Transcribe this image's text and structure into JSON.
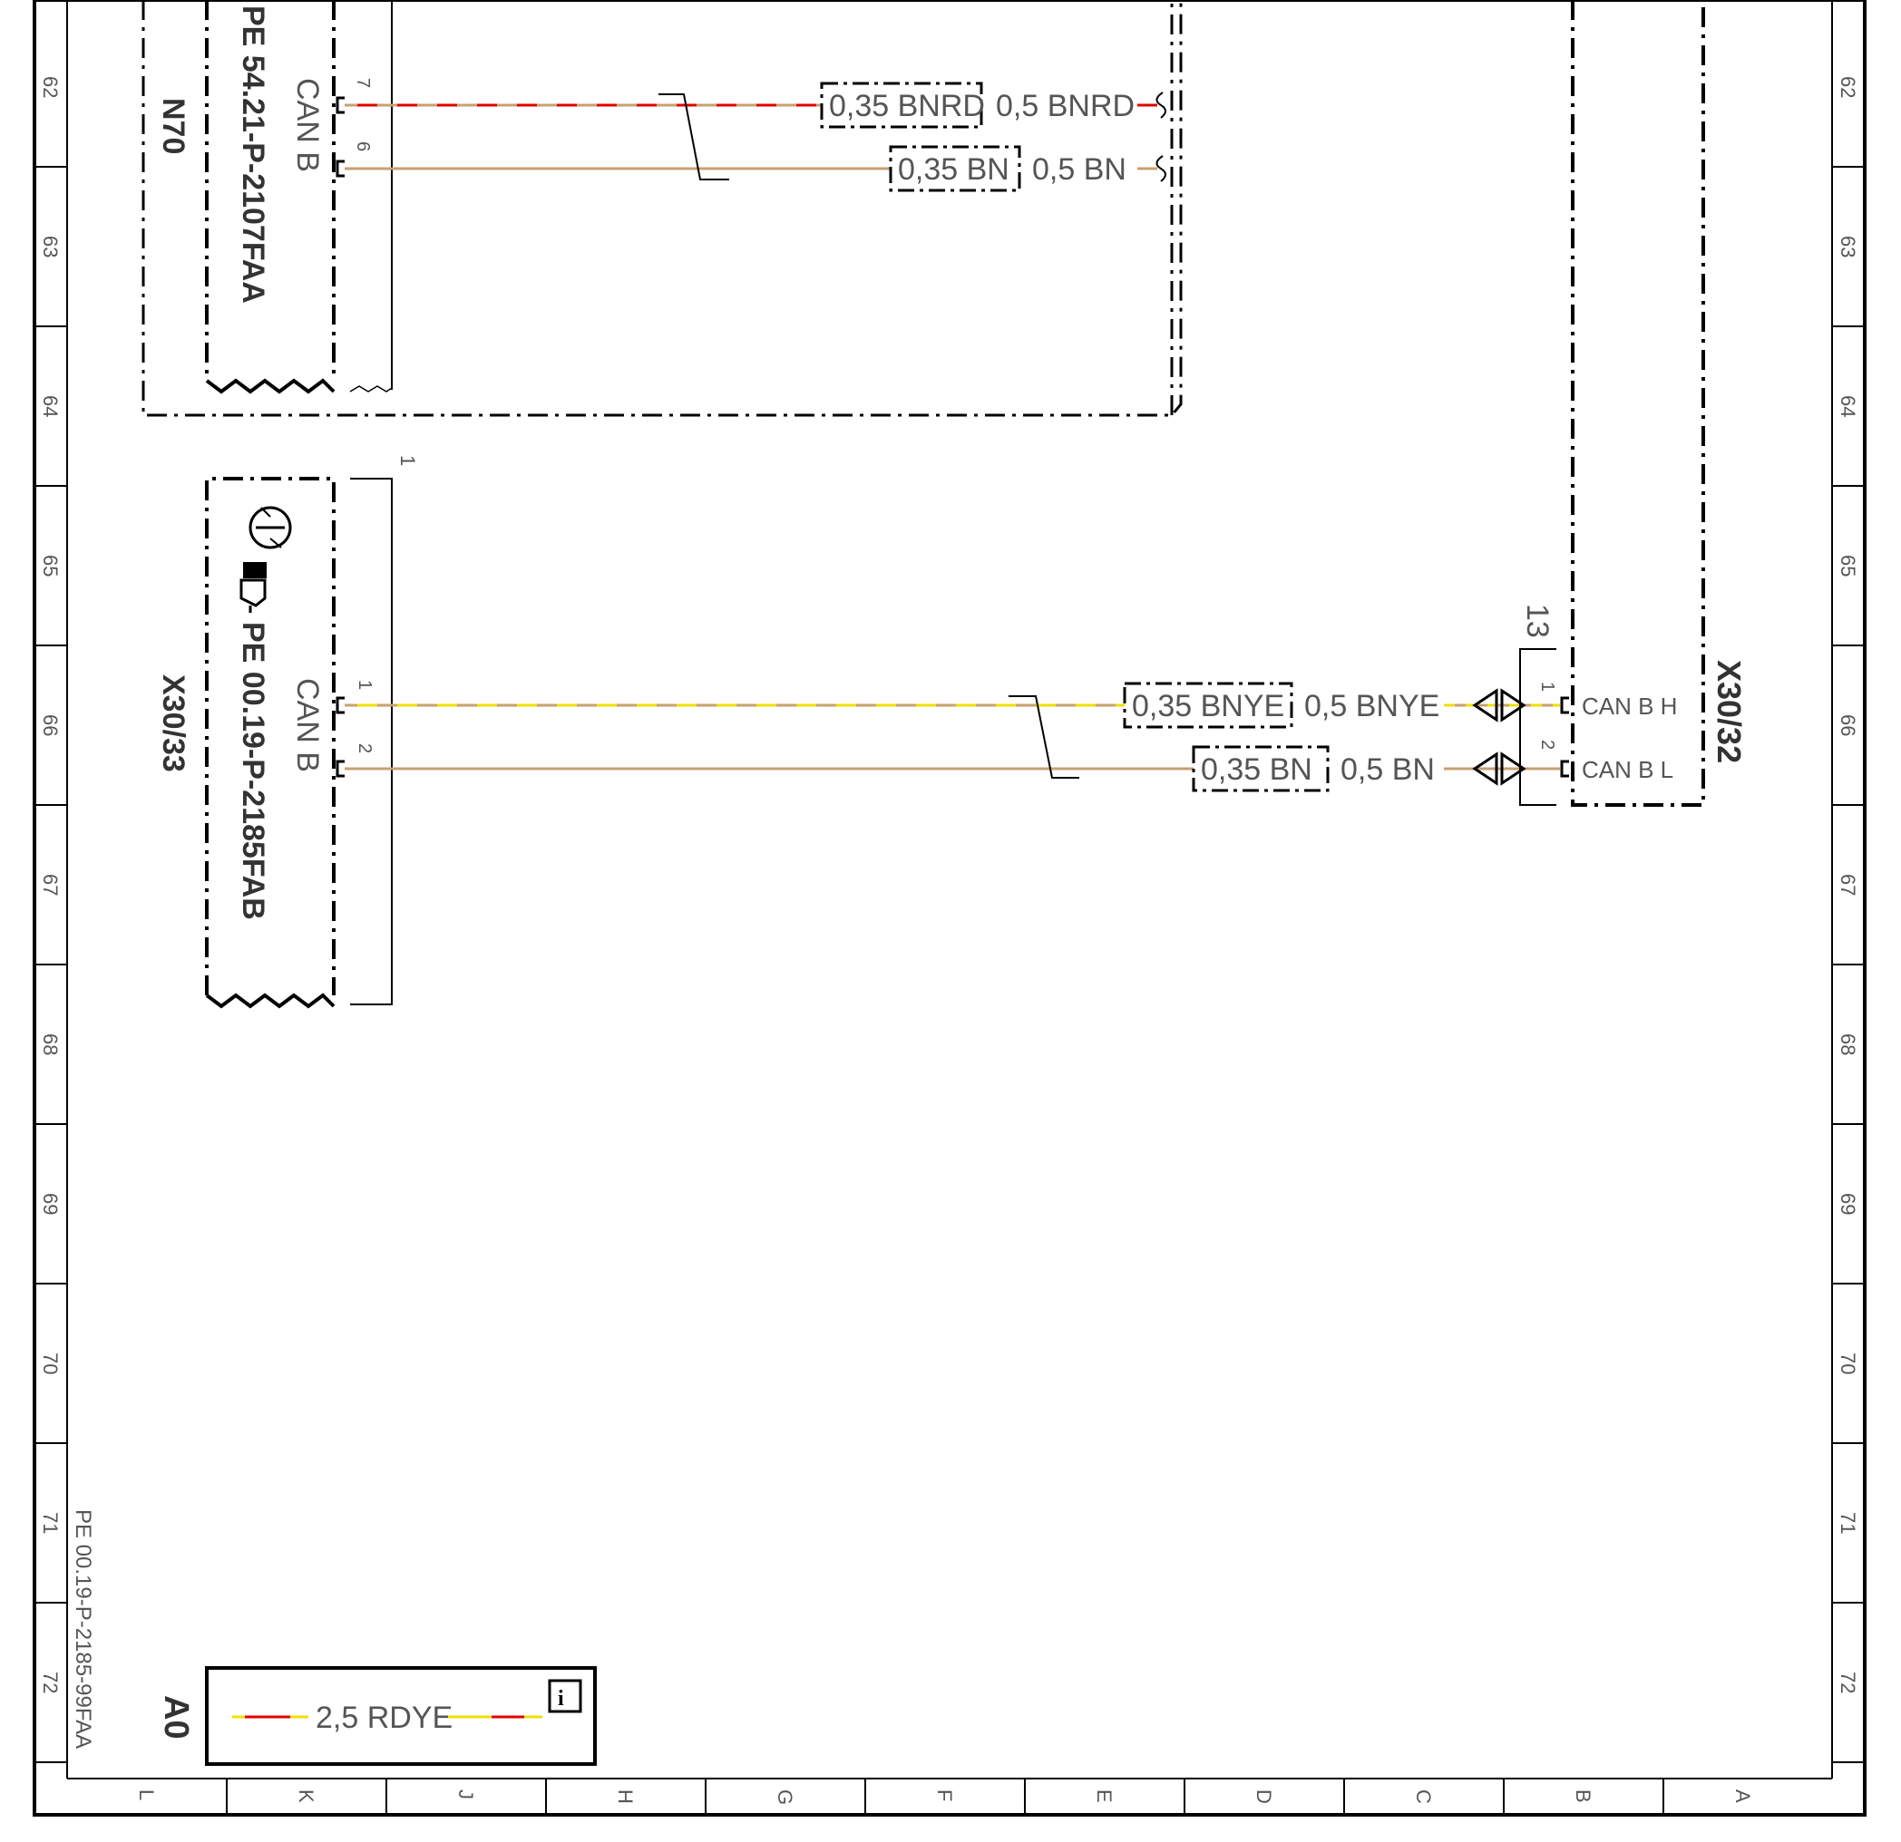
{
  "sheet": {
    "row_numbers": [
      "62",
      "63",
      "64",
      "65",
      "66",
      "67",
      "68",
      "69",
      "70",
      "71",
      "72"
    ],
    "column_letters": [
      "L",
      "K",
      "J",
      "H",
      "G",
      "F",
      "E",
      "D",
      "C",
      "B",
      "A"
    ],
    "doc_id": "PE 00.19-P-2185-99FAA"
  },
  "component_n70": {
    "name": "N70",
    "ref": "PE 54.21-P-2107FAA",
    "bus": "CAN B",
    "pins": [
      "7",
      "6"
    ]
  },
  "component_x30_33": {
    "name": "X30/33",
    "ref": "PE 00.19-P-2185FAB",
    "bus": "CAN B",
    "pins": [
      "1",
      "2"
    ],
    "note": "1",
    "icons": [
      "transistor-icon",
      "pointing-hand-icon"
    ]
  },
  "connector_x30_32": {
    "name": "X30/32",
    "pin_count_label": "13",
    "pins": [
      {
        "num": "1",
        "signal": "CAN B H"
      },
      {
        "num": "2",
        "signal": "CAN B L"
      }
    ]
  },
  "wires": [
    {
      "id": "n70-pin7",
      "box_label": "0,35 BNRD",
      "label": "0,5 BNRD",
      "colors": [
        "#c8a070",
        "#e00000"
      ]
    },
    {
      "id": "n70-pin6",
      "box_label": "0,35 BN",
      "label": "0,5 BN",
      "colors": [
        "#c8a070"
      ]
    },
    {
      "id": "x30-pin1",
      "box_label": "0,35 BNYE",
      "label": "0,5 BNYE",
      "colors": [
        "#c8a070",
        "#f0e000"
      ]
    },
    {
      "id": "x30-pin2",
      "box_label": "0,35 BN",
      "label": "0,5 BN",
      "colors": [
        "#c8a070"
      ]
    }
  ],
  "legend": {
    "name": "A0",
    "wire_label": "2,5 RDYE",
    "wire_colors": [
      "#ff0000",
      "#f0e000"
    ],
    "info_icon": "i"
  }
}
